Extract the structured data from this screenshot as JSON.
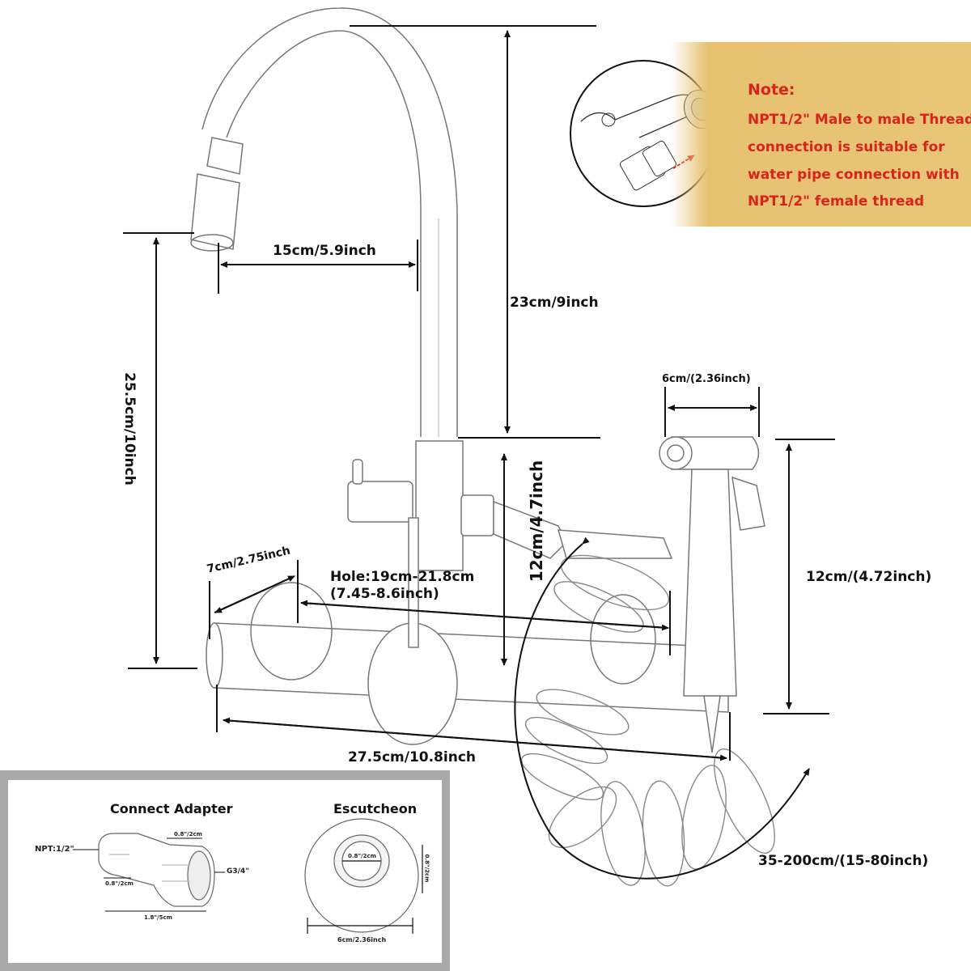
{
  "note": {
    "title": "Note:",
    "lines": [
      "NPT1/2\"  Male to male Thread",
      "connection is suitable for",
      "water pipe connection with",
      "NPT1/2\"   female thread"
    ],
    "text_color": "#d8241c",
    "background": "#e8c677"
  },
  "dimensions": {
    "spout_reach": "15cm/5.9inch",
    "spout_height": "23cm/9inch",
    "total_height": "25.5cm/10inch",
    "body_height": "12cm/4.7inch",
    "wall_depth": "7cm/2.75inch",
    "hole_spacing_line1": "Hole:19cm-21.8cm",
    "hole_spacing_line2": "(7.45-8.6inch)",
    "total_width": "27.5cm/10.8inch",
    "sprayer_width": "6cm/(2.36inch)",
    "sprayer_height": "12cm/(4.72inch)",
    "hose_length": "35-200cm/(15-80inch)"
  },
  "accessories": {
    "adapter": {
      "title": "Connect Adapter",
      "left_thread": "NPT:1/2\"",
      "right_thread": "G3/4\"",
      "top_dim": "0.8\"/2cm",
      "left_dim": "0.8\"/2cm",
      "total_dim": "1.8\"/5cm"
    },
    "escutcheon": {
      "title": "Escutcheon",
      "inner_dim": "0.8\"/2cm",
      "height_dim": "0.8\"/2cm",
      "outer_dim": "6cm/2.36inch"
    }
  }
}
